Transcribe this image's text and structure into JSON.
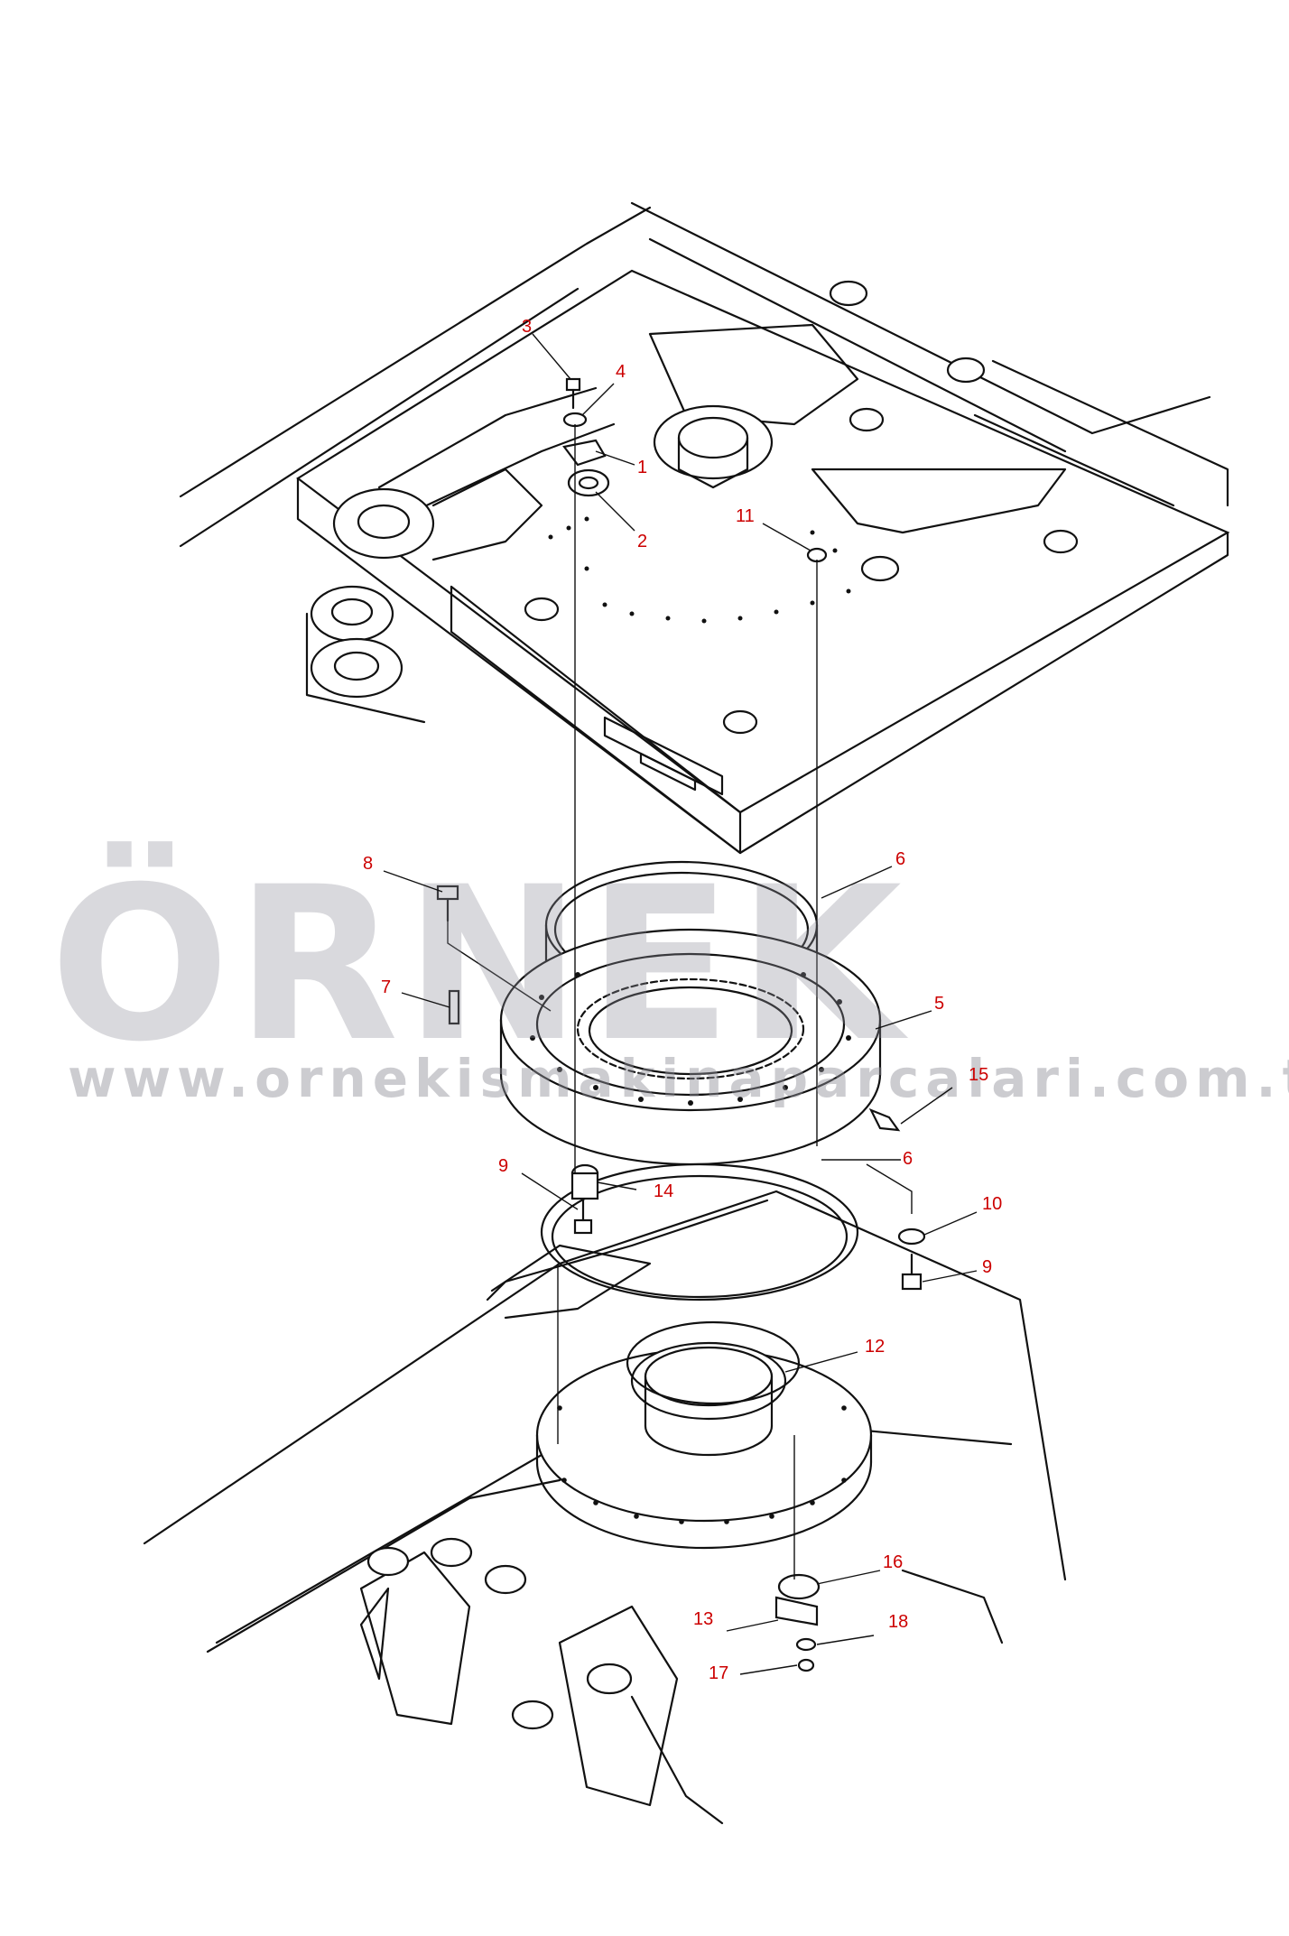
{
  "watermark": {
    "text": "ÖRNEK",
    "url": "www.ornekismakinaparcalari.com.tr",
    "accent_color": "#f3c73a",
    "text_color": "#8f8f99"
  },
  "callouts": [
    {
      "id": "1",
      "label": "1"
    },
    {
      "id": "2",
      "label": "2"
    },
    {
      "id": "3",
      "label": "3"
    },
    {
      "id": "4",
      "label": "4"
    },
    {
      "id": "5",
      "label": "5"
    },
    {
      "id": "6a",
      "label": "6"
    },
    {
      "id": "6b",
      "label": "6"
    },
    {
      "id": "7",
      "label": "7"
    },
    {
      "id": "8",
      "label": "8"
    },
    {
      "id": "9a",
      "label": "9"
    },
    {
      "id": "9b",
      "label": "9"
    },
    {
      "id": "10",
      "label": "10"
    },
    {
      "id": "11",
      "label": "11"
    },
    {
      "id": "12",
      "label": "12"
    },
    {
      "id": "13",
      "label": "13"
    },
    {
      "id": "14",
      "label": "14"
    },
    {
      "id": "15",
      "label": "15"
    },
    {
      "id": "16",
      "label": "16"
    },
    {
      "id": "17",
      "label": "17"
    },
    {
      "id": "18",
      "label": "18"
    }
  ],
  "label_color": "#cc0000",
  "line_color": "#111111"
}
